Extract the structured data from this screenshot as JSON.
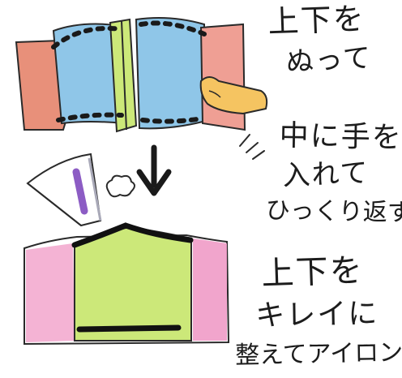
{
  "step1": {
    "line1": "上下を",
    "line2": "ぬって"
  },
  "step2": {
    "line1": "中に手を",
    "line2": "入れて",
    "line3": "ひっくり返す!"
  },
  "step3": {
    "line1": "上下を",
    "line2": "キレイに",
    "line3": "整えてアイロン"
  },
  "colors": {
    "ink": "#1c1c1c",
    "salmon": "#e8907a",
    "sky": "#8fc6e8",
    "lime": "#cce879",
    "pink": "#ef9bc6",
    "hand": "#f5c461",
    "iron_handle": "#8c5cc4"
  }
}
